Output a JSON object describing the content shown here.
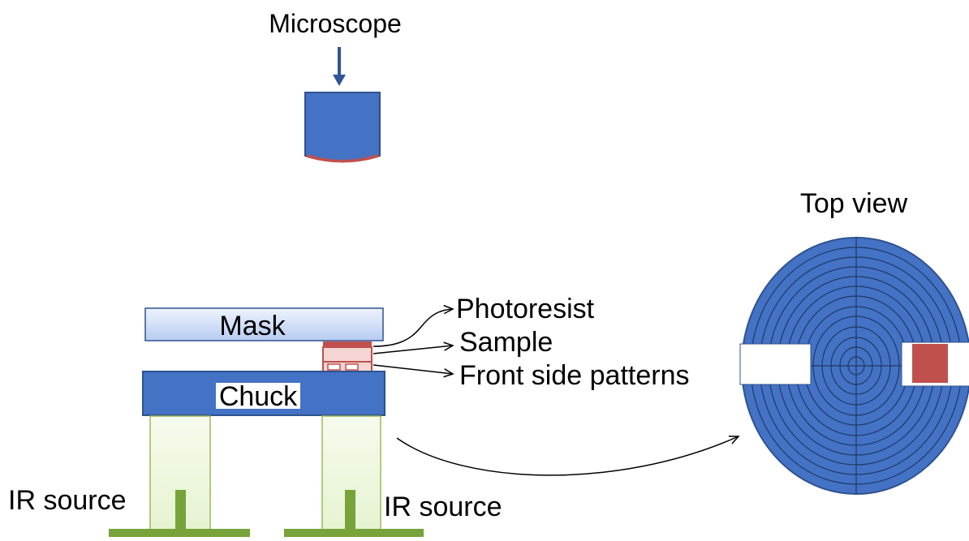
{
  "labels": {
    "microscope": "Microscope",
    "top_view": "Top view",
    "mask": "Mask",
    "chuck": "Chuck",
    "photoresist": "Photoresist",
    "sample": "Sample",
    "front_side_patterns": "Front side patterns",
    "ir_source_left": "IR source",
    "ir_source_right": "IR source"
  },
  "colors": {
    "blue": "#4472C4",
    "blue_dark": "#2F528F",
    "mask_fill": "#C9D8F5",
    "sample_red": "#C0504D",
    "beam_light": "#EAF6D6",
    "beam_border": "#9BBB59",
    "ir_green": "#77A33A",
    "ring_line": "#1F3864"
  },
  "icons": {
    "microscope": "microscope-objective-icon"
  }
}
